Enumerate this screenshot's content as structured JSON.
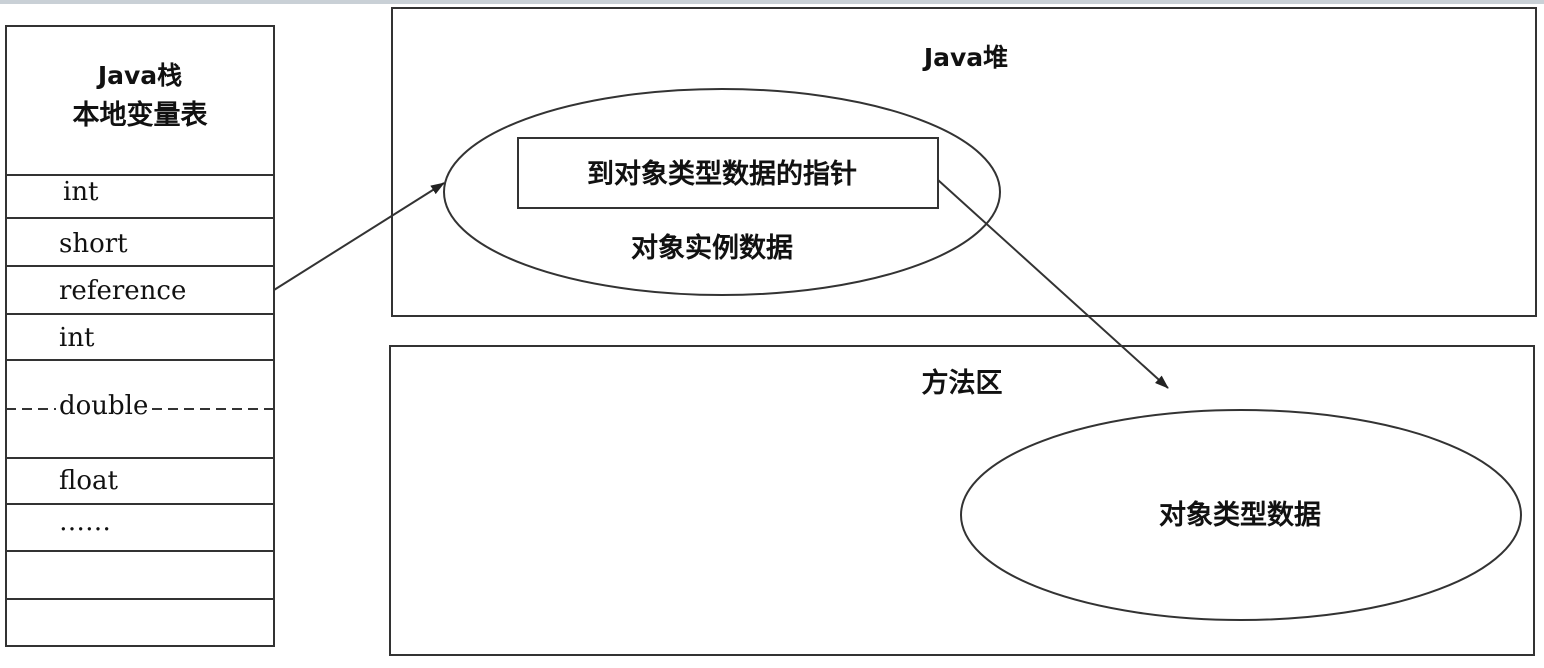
{
  "stack": {
    "title_line1": "Java栈",
    "title_line2": "本地变量表",
    "slots": [
      "int",
      "short",
      "reference",
      "int",
      "double",
      "float",
      "……",
      "",
      ""
    ]
  },
  "heap": {
    "title": "Java堆",
    "pointer_label": "到对象类型数据的指针",
    "instance_label": "对象实例数据"
  },
  "method_area": {
    "title": "方法区",
    "type_data_label": "对象类型数据"
  }
}
